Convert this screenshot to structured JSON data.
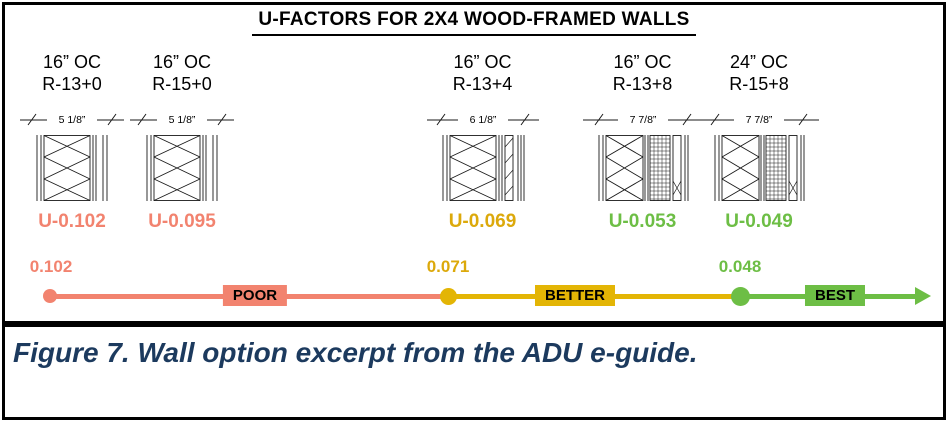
{
  "figure": {
    "title": "U-FACTORS FOR 2X4 WOOD-FRAMED WALLS",
    "options": [
      {
        "spacing": "16” OC",
        "cavity_r": "R-13+0",
        "width": "5 1/8”",
        "u_factor": "U-0.102",
        "color": "#F2836F",
        "tier": "poor"
      },
      {
        "spacing": "16” OC",
        "cavity_r": "R-15+0",
        "width": "5 1/8”",
        "u_factor": "U-0.095",
        "color": "#F2836F",
        "tier": "poor"
      },
      {
        "spacing": "16” OC",
        "cavity_r": "R-13+4",
        "width": "6 1/8”",
        "u_factor": "U-0.069",
        "color": "#DCA90B",
        "tier": "better"
      },
      {
        "spacing": "16” OC",
        "cavity_r": "R-13+8",
        "width": "7 7/8”",
        "u_factor": "U-0.053",
        "color": "#6DBE45",
        "tier": "best"
      },
      {
        "spacing": "24” OC",
        "cavity_r": "R-15+8",
        "width": "7 7/8”",
        "u_factor": "U-0.049",
        "color": "#6DBE45",
        "tier": "best"
      }
    ],
    "scale": {
      "markers": [
        {
          "value": "0.102",
          "color": "#F2836F"
        },
        {
          "value": "0.071",
          "color": "#DCA90B"
        },
        {
          "value": "0.048",
          "color": "#6DBE45"
        }
      ],
      "badges": [
        {
          "label": "POOR",
          "color": "#F2836F"
        },
        {
          "label": "BETTER",
          "color": "#E3B505"
        },
        {
          "label": "BEST",
          "color": "#6DBE45"
        }
      ]
    }
  },
  "caption": "Figure 7. Wall option excerpt from the ADU e-guide."
}
